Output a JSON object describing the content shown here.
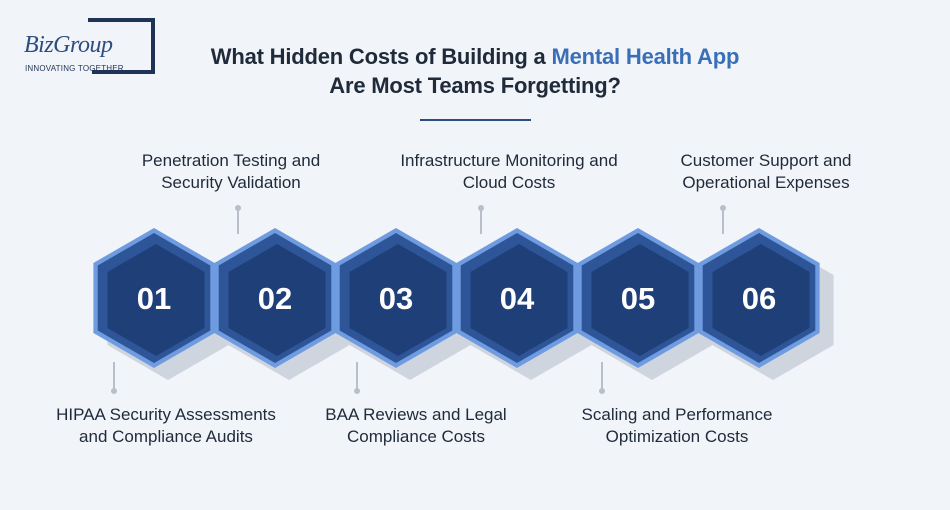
{
  "logo": {
    "name": "BizGroup",
    "tagline": "INNOVATING TOGETHER"
  },
  "title": {
    "line1_prefix": "What Hidden Costs of Building a ",
    "line1_highlight": "Mental Health App",
    "line2": "Are Most Teams Forgetting?"
  },
  "colors": {
    "hex_dark": "#1f3f79",
    "hex_mid": "#2e5597",
    "hex_light": "#6f9be0",
    "hex_shadow": "#cfd5de",
    "highlight": "#3a6fb8"
  },
  "steps": [
    {
      "number": "01",
      "label": "HIPAA Security Assessments and Compliance Audits",
      "position": "bottom"
    },
    {
      "number": "02",
      "label": "Penetration Testing and Security Validation",
      "position": "top"
    },
    {
      "number": "03",
      "label": "BAA Reviews and Legal Compliance Costs",
      "position": "bottom"
    },
    {
      "number": "04",
      "label": "Infrastructure Monitoring and Cloud Costs",
      "position": "top"
    },
    {
      "number": "05",
      "label": "Scaling and Performance Optimization Costs",
      "position": "bottom"
    },
    {
      "number": "06",
      "label": "Customer Support and Operational Expenses",
      "position": "top"
    }
  ]
}
